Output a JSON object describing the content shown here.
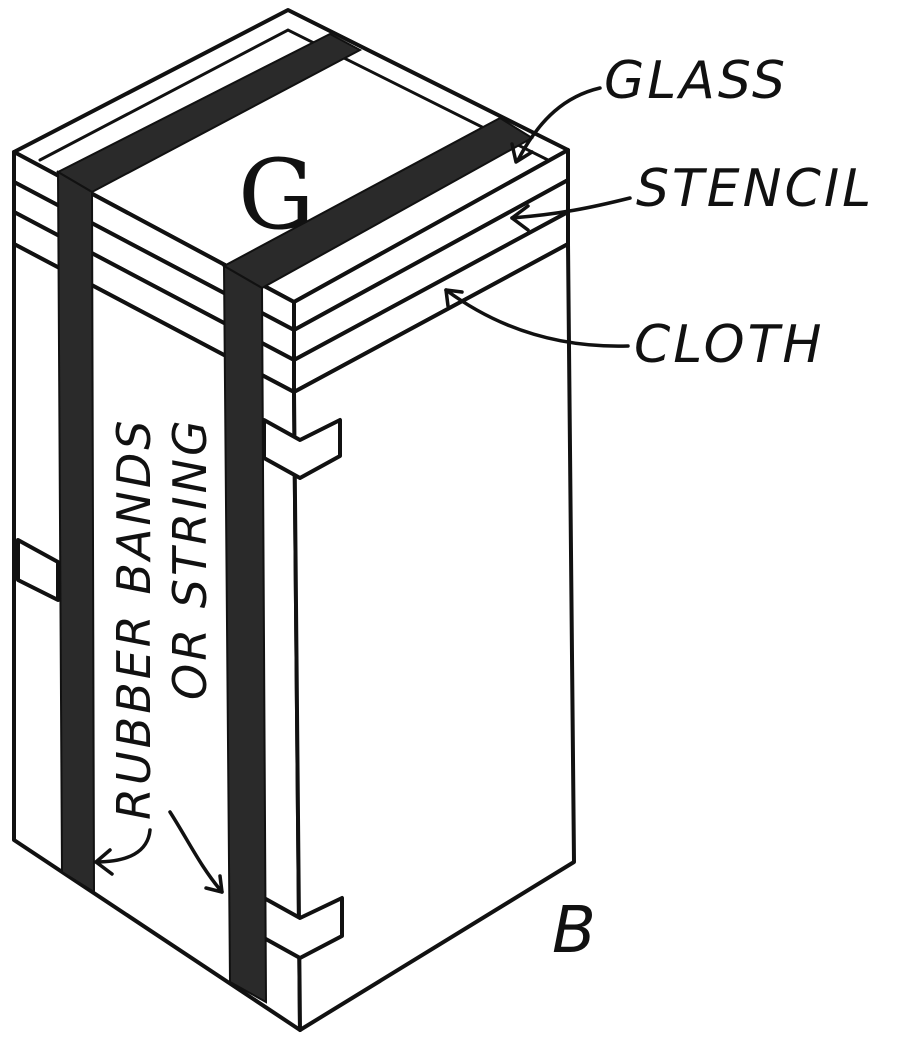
{
  "figure": {
    "labels": {
      "glass": "GLASS",
      "stencil": "STENCIL",
      "cloth": "CLOTH",
      "rubber_bands_line1": "RUBBER BANDS",
      "rubber_bands_line2": "OR STRING",
      "stencil_letter": "G",
      "figure_letter": "B"
    },
    "colors": {
      "ink": "#111111",
      "band": "#2a2a2a",
      "paper": "#ffffff"
    }
  }
}
